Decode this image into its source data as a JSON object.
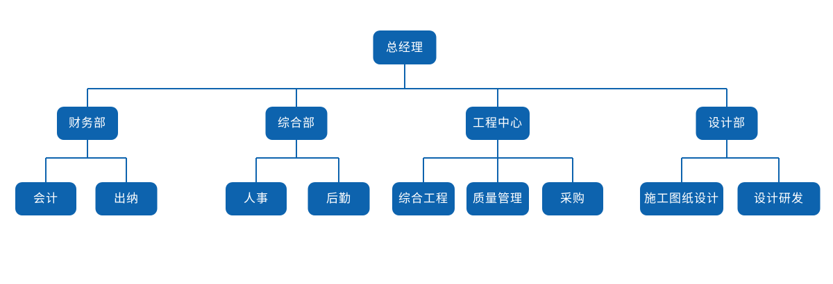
{
  "org_chart": {
    "accent_color": "#0d63ae",
    "text_color": "#ffffff",
    "background_color": "#ffffff",
    "root": {
      "label": "总经理"
    },
    "departments": [
      {
        "label": "财务部",
        "children": [
          {
            "label": "会计"
          },
          {
            "label": "出纳"
          }
        ]
      },
      {
        "label": "综合部",
        "children": [
          {
            "label": "人事"
          },
          {
            "label": "后勤"
          }
        ]
      },
      {
        "label": "工程中心",
        "children": [
          {
            "label": "综合工程"
          },
          {
            "label": "质量管理"
          },
          {
            "label": "采购"
          }
        ]
      },
      {
        "label": "设计部",
        "children": [
          {
            "label": "施工图纸设计"
          },
          {
            "label": "设计研发"
          }
        ]
      }
    ]
  }
}
